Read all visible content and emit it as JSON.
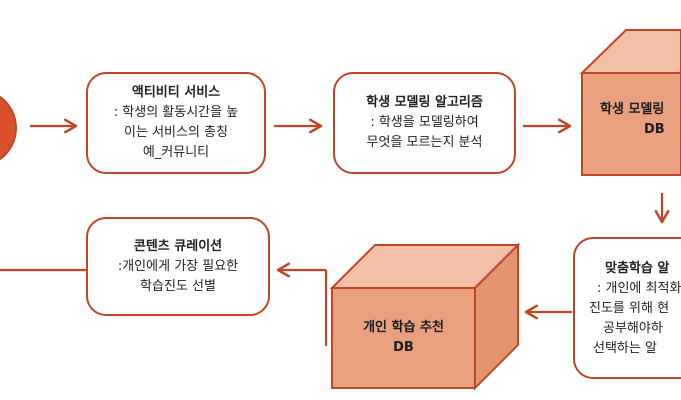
{
  "colors": {
    "stroke": "#c0462a",
    "cube_front": "#e9a07f",
    "cube_top": "#f1c0a6",
    "cube_side": "#e39470",
    "circle": "#d9502a"
  },
  "nodes": {
    "activity_service": {
      "title": "액티비티 서비스",
      "desc_lines": [
        ": 학생의 활동시간을 높",
        "이는 서비스의 총칭",
        "예_커뮤니티"
      ]
    },
    "student_modeling": {
      "title": "학생 모델링 알고리즘",
      "desc_lines": [
        ": 학생을 모델링하여",
        "무엇을 모르는지 분석"
      ]
    },
    "student_model_db": {
      "title_lines": [
        "학생 모델링",
        "DB"
      ]
    },
    "custom_learning": {
      "title": "맞춤학습 알",
      "desc_lines": [
        ": 개인에 최적화",
        "진도를 위해 현",
        "공부해야하",
        "선택하는 알"
      ]
    },
    "personal_rec_db": {
      "title_lines": [
        "개인 학습 추천",
        "DB"
      ]
    },
    "curation": {
      "title": "콘텐츠 큐레이션",
      "desc_lines": [
        ":개인에게 가장 필요한",
        "학습진도 선별"
      ]
    }
  }
}
